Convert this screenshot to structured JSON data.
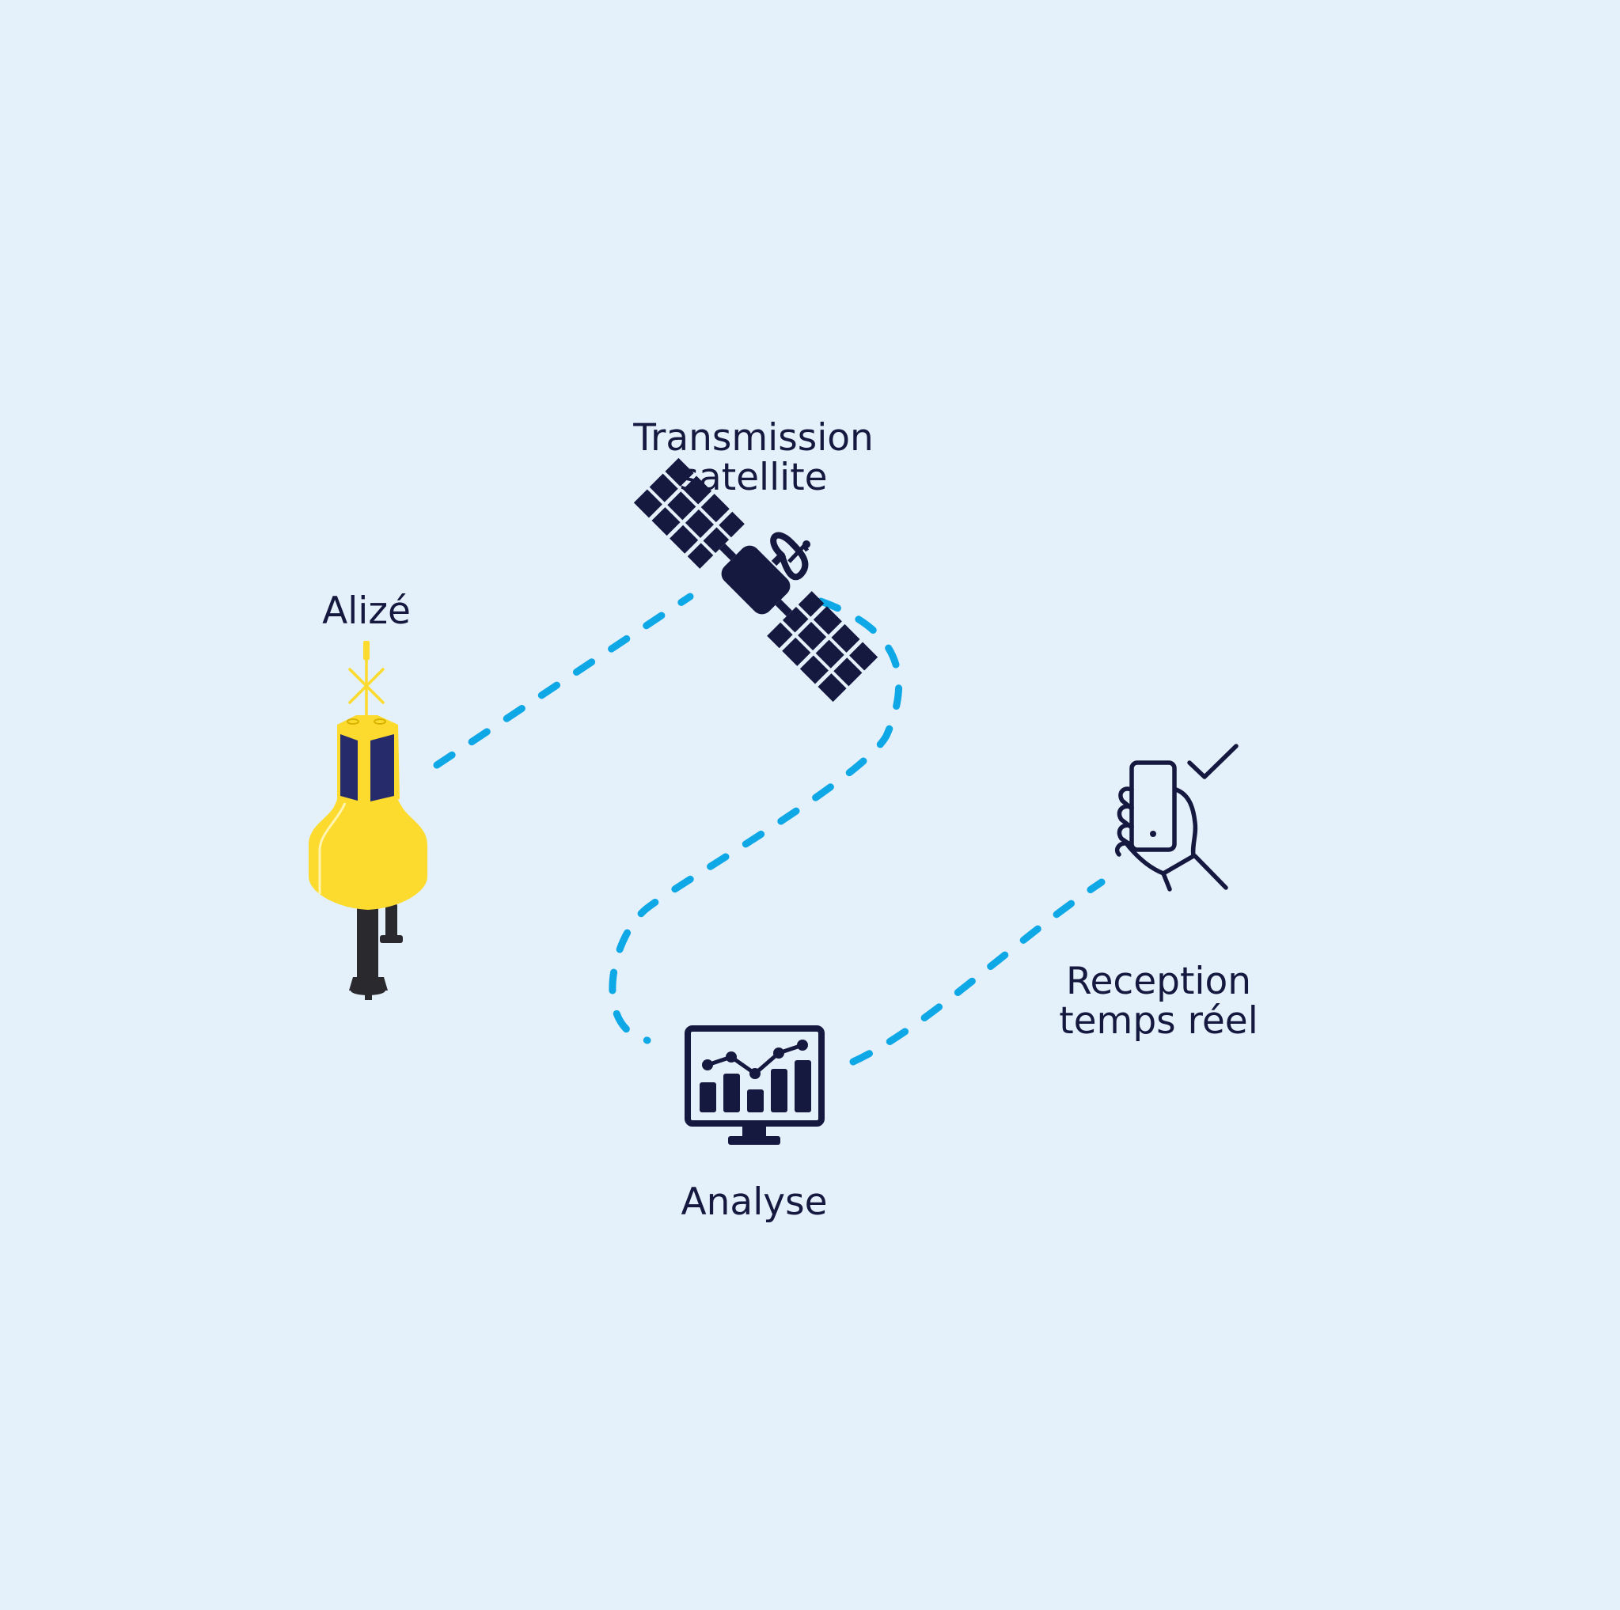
{
  "nodes": {
    "buoy": {
      "label": "Alizé"
    },
    "satellite": {
      "label_line1": "Transmission",
      "label_line2": "satellite"
    },
    "reception": {
      "label_line1": "Reception",
      "label_line2": "temps réel"
    },
    "analysis": {
      "label": "Analyse"
    }
  },
  "icons": {
    "buoy": "buoy-icon",
    "satellite": "satellite-icon",
    "reception": "hand-phone-check-icon",
    "analysis": "monitor-chart-icon"
  },
  "colors": {
    "background": "#E4F0FA",
    "text": "#15183F",
    "icon": "#15183F",
    "connector": "#0EA8E6",
    "buoy_body": "#FCDB2E",
    "buoy_panel": "#252B6B",
    "buoy_mast": "#2A2A2E"
  }
}
